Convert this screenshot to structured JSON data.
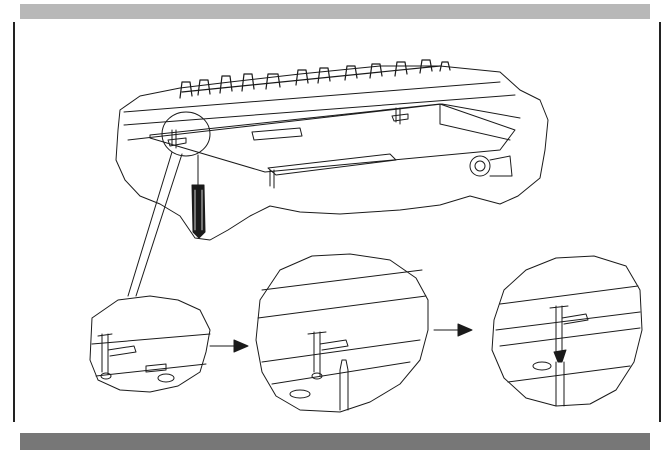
{
  "page": {
    "header_bar_color": "#b8b8b8",
    "footer_bar_color": "#777777",
    "line_color": "#1a1a1a",
    "background": "#ffffff"
  },
  "illustration": {
    "subject": "hob-underside-bracket-fixing",
    "steps_count": 3,
    "arrows": [
      "step-arrow-1",
      "step-arrow-2"
    ]
  }
}
